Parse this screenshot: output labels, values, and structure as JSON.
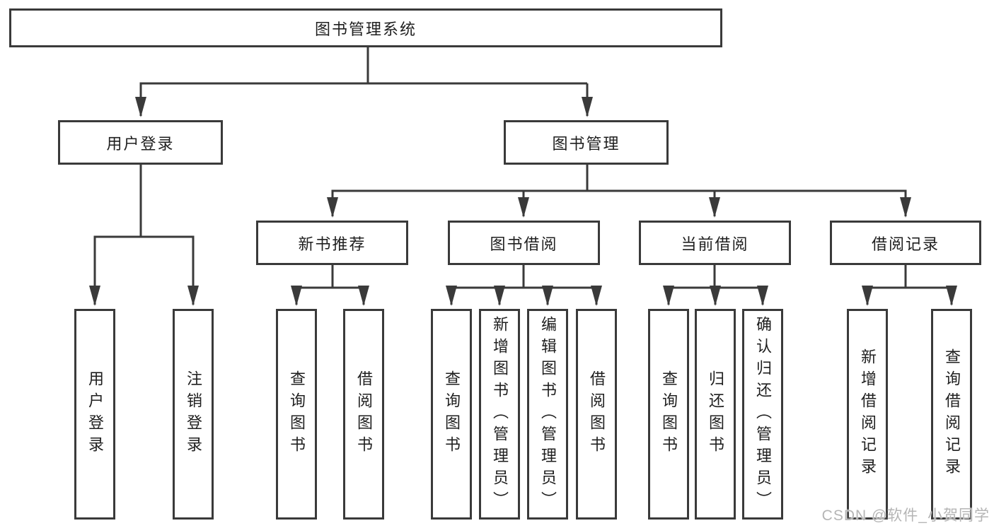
{
  "diagram": {
    "title": "图书管理系统",
    "level2": {
      "user_login": "用户登录",
      "book_management": "图书管理"
    },
    "level3": {
      "new_book_recommend": "新书推荐",
      "book_borrowing": "图书借阅",
      "current_borrowing": "当前借阅",
      "borrowing_records": "借阅记录"
    },
    "leaves": {
      "user_login": "用户登录",
      "logout": "注销登录",
      "recommend_query_books": "查询图书",
      "recommend_borrow_books": "借阅图书",
      "borrowing_query_books": "查询图书",
      "borrowing_add_books_admin": "新增图书（管理员）",
      "borrowing_edit_books_admin": "编辑图书（管理员）",
      "borrowing_borrow_books": "借阅图书",
      "current_query_books": "查询图书",
      "current_return_books": "归还图书",
      "current_confirm_return_admin": "确认归还（管理员）",
      "records_add_record": "新增借阅记录",
      "records_query_record": "查询借阅记录"
    },
    "watermark": "CSDN @软件_小贺同学"
  }
}
